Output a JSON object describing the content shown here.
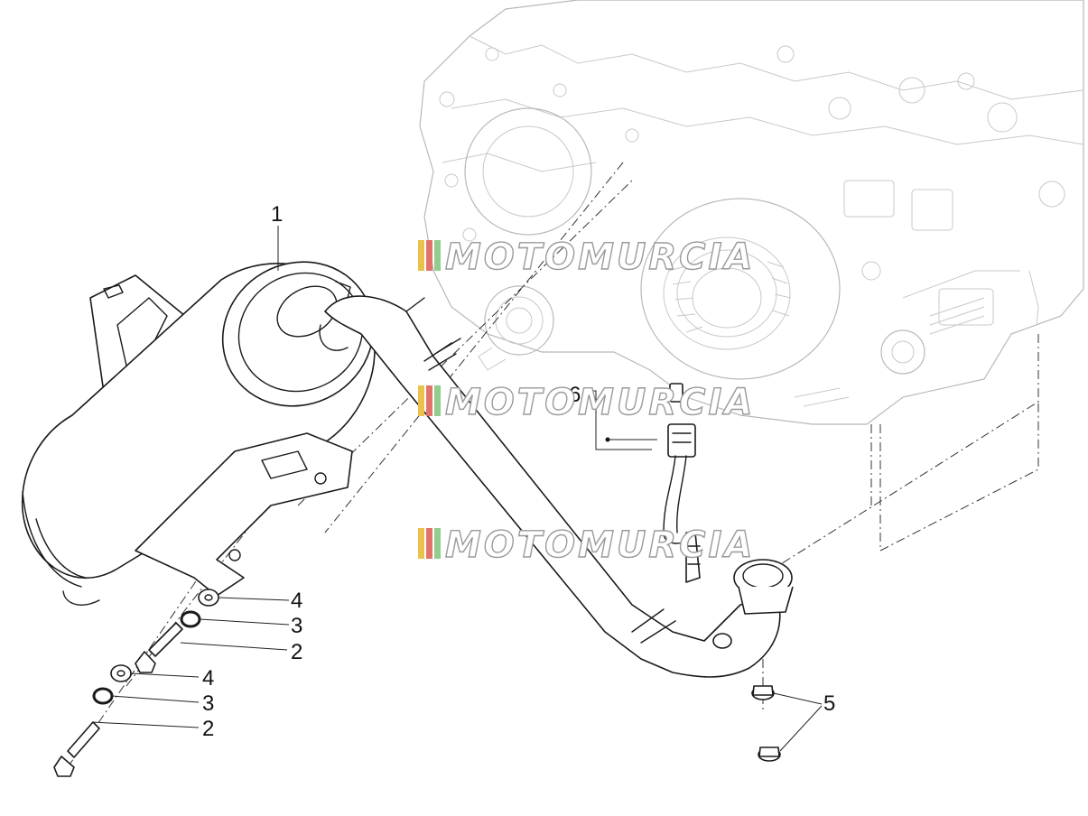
{
  "diagram": {
    "watermark": {
      "text": "MOTOMURCIA",
      "stripe_colors": [
        "#e9c24a",
        "#e2726a",
        "#8fcf8b",
        "#7ab8d9"
      ]
    },
    "callouts": [
      {
        "id": "c1",
        "label": "1"
      },
      {
        "id": "c4a",
        "label": "4"
      },
      {
        "id": "c3a",
        "label": "3"
      },
      {
        "id": "c2a",
        "label": "2"
      },
      {
        "id": "c4b",
        "label": "4"
      },
      {
        "id": "c3b",
        "label": "3"
      },
      {
        "id": "c2b",
        "label": "2"
      },
      {
        "id": "c5",
        "label": "5"
      },
      {
        "id": "c6",
        "label": "6"
      }
    ],
    "parts": [
      {
        "id": "muffler",
        "icon": "muffler-icon"
      },
      {
        "id": "exhaust-pipe",
        "icon": "exhaust-pipe-icon"
      },
      {
        "id": "lambda-sensor",
        "icon": "oxygen-sensor-icon"
      },
      {
        "id": "washer",
        "icon": "washer-icon"
      },
      {
        "id": "o-ring",
        "icon": "o-ring-icon"
      },
      {
        "id": "bolt",
        "icon": "bolt-icon"
      },
      {
        "id": "flange-nut",
        "icon": "flange-nut-icon"
      },
      {
        "id": "engine-block",
        "icon": "engine-icon"
      }
    ]
  }
}
